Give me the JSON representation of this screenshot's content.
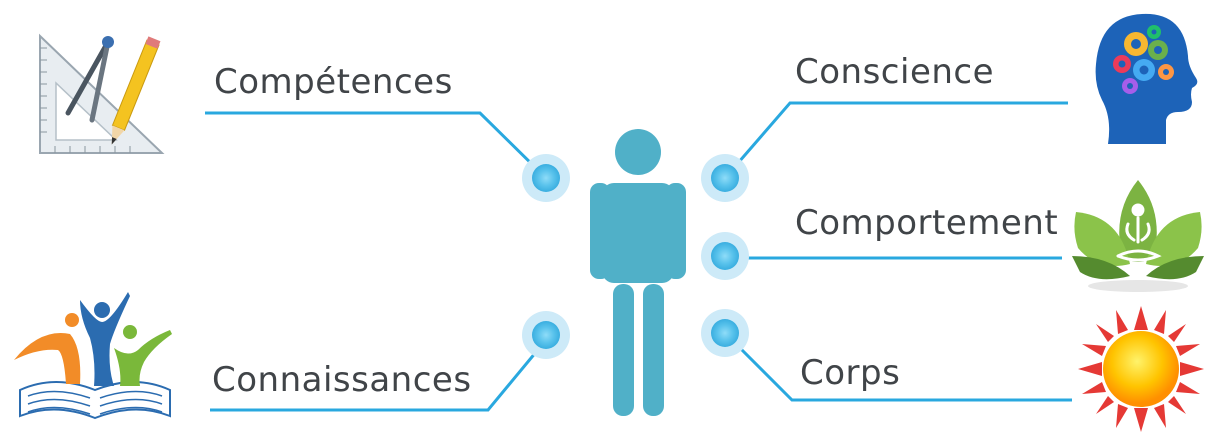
{
  "labels": {
    "competences": "Compétences",
    "connaissances": "Connaissances",
    "conscience": "Conscience",
    "comportement": "Comportement",
    "corps": "Corps"
  },
  "colors": {
    "connector_line": "#29a8df",
    "node_glow": "#bfe6f8",
    "node_core": "#5ac3ec",
    "person": "#50b0c8",
    "label_text": "#404448"
  },
  "icons": {
    "competences": "drafting-tools-icon",
    "connaissances": "people-on-open-book-icon",
    "conscience": "head-with-gears-icon",
    "comportement": "meditation-lotus-icon",
    "corps": "sun-icon"
  }
}
